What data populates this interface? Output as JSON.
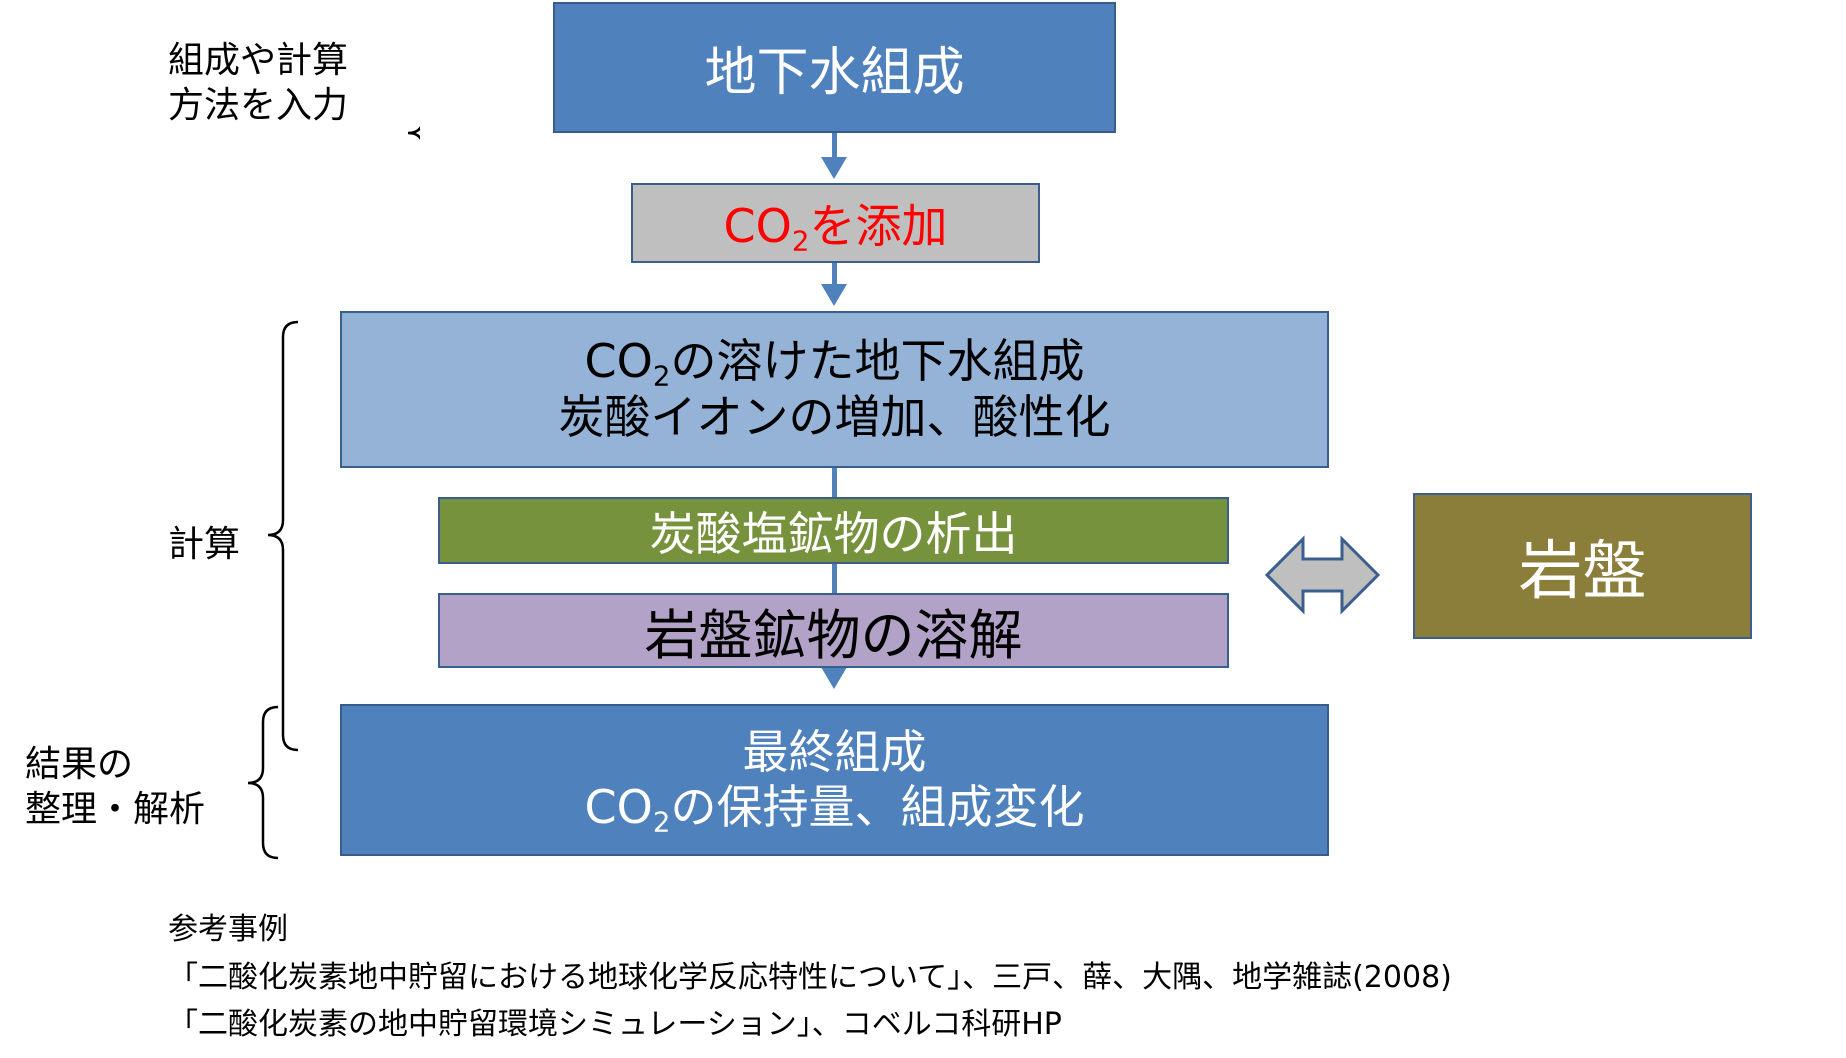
{
  "labels": {
    "input": [
      "組成や計算",
      "方法を入力"
    ],
    "calc": "計算",
    "result": [
      "結果の",
      "整理・解析"
    ]
  },
  "boxes": {
    "groundwater": "地下水組成",
    "add_co2": {
      "co": "CO",
      "sub": "2",
      "rest": "を添加"
    },
    "dissolved": {
      "line1_co": "CO",
      "line1_sub": "2",
      "line1_rest": "の溶けた地下水組成",
      "line2": "炭酸イオンの増加、酸性化"
    },
    "precipitation": "炭酸塩鉱物の析出",
    "dissolution": "岩盤鉱物の溶解",
    "final": {
      "line1": "最終組成",
      "line2_co": "CO",
      "line2_sub": "2",
      "line2_rest": "の保持量、組成変化"
    },
    "rock": "岩盤"
  },
  "references": {
    "heading": "参考事例",
    "items": [
      "「二酸化炭素地中貯留における地球化学反応特性について」、三戸、薛、大隅、地学雑誌(2008)",
      "「二酸化炭素の地中貯留環境シミュレーション」、コベルコ科研HP"
    ]
  },
  "colors": {
    "dark_blue": "#4f81bd",
    "light_blue": "#95b3d7",
    "gray": "#bfbfbf",
    "green": "#76923c",
    "purple": "#b2a2c7",
    "olive": "#8b7d3a",
    "red_text": "#ff0000"
  }
}
